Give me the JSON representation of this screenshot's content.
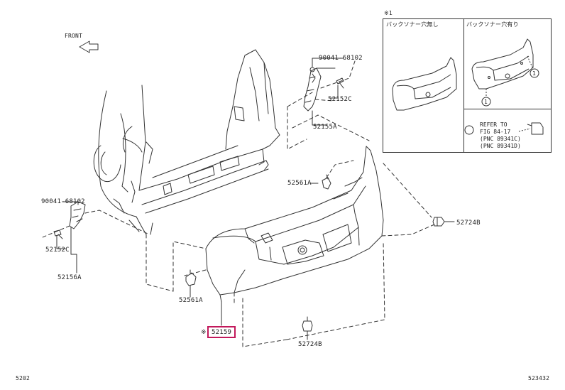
{
  "front_label": "FRONT",
  "parts": {
    "bolt_top": "90041-68102",
    "bracket_top_c": "52152C",
    "bracket_top_a": "52155A",
    "clip_upper": "52561A",
    "clip_right": "52724B",
    "bolt_left": "90041-68102",
    "bracket_left_c": "52152C",
    "bracket_left_a": "52156A",
    "clip_lower": "52561A",
    "bumper_mark": "※",
    "bumper": "52159",
    "clip_bottom": "52724B"
  },
  "inset": {
    "note_mark": "※1",
    "col1_title": "バックソナー穴無し",
    "col2_title": "バックソナー穴有り",
    "circle_num": "1",
    "refer_lines": [
      "REFER TO",
      "FIG 84-17",
      "(PNC 89341C)",
      "(PNC 89341D)"
    ]
  },
  "footer": {
    "left_code": "5202",
    "right_code": "523432"
  },
  "colors": {
    "line": "#333333",
    "highlight": "#c2185b"
  }
}
